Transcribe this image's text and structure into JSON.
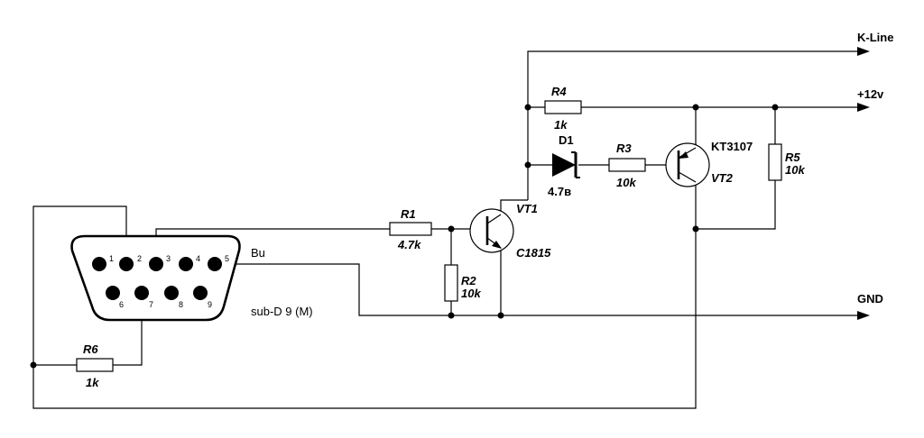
{
  "nets": {
    "kline": "K-Line",
    "v12": "+12v",
    "gnd": "GND"
  },
  "components": {
    "r1": {
      "ref": "R1",
      "value": "4.7k"
    },
    "r2": {
      "ref": "R2",
      "value": "10k"
    },
    "r3": {
      "ref": "R3",
      "value": "10k"
    },
    "r4": {
      "ref": "R4",
      "value": "1k"
    },
    "r5": {
      "ref": "R5",
      "value": "10k"
    },
    "r6": {
      "ref": "R6",
      "value": "1k"
    },
    "d1": {
      "ref": "D1",
      "value": "4.7в"
    },
    "vt1": {
      "ref": "VT1",
      "value": "C1815"
    },
    "vt2": {
      "ref": "VT2",
      "value": "KT3107"
    }
  },
  "connector": {
    "label": "sub-D 9 (M)",
    "signal": "Bu",
    "pins": [
      "1",
      "2",
      "3",
      "4",
      "5",
      "6",
      "7",
      "8",
      "9"
    ]
  }
}
